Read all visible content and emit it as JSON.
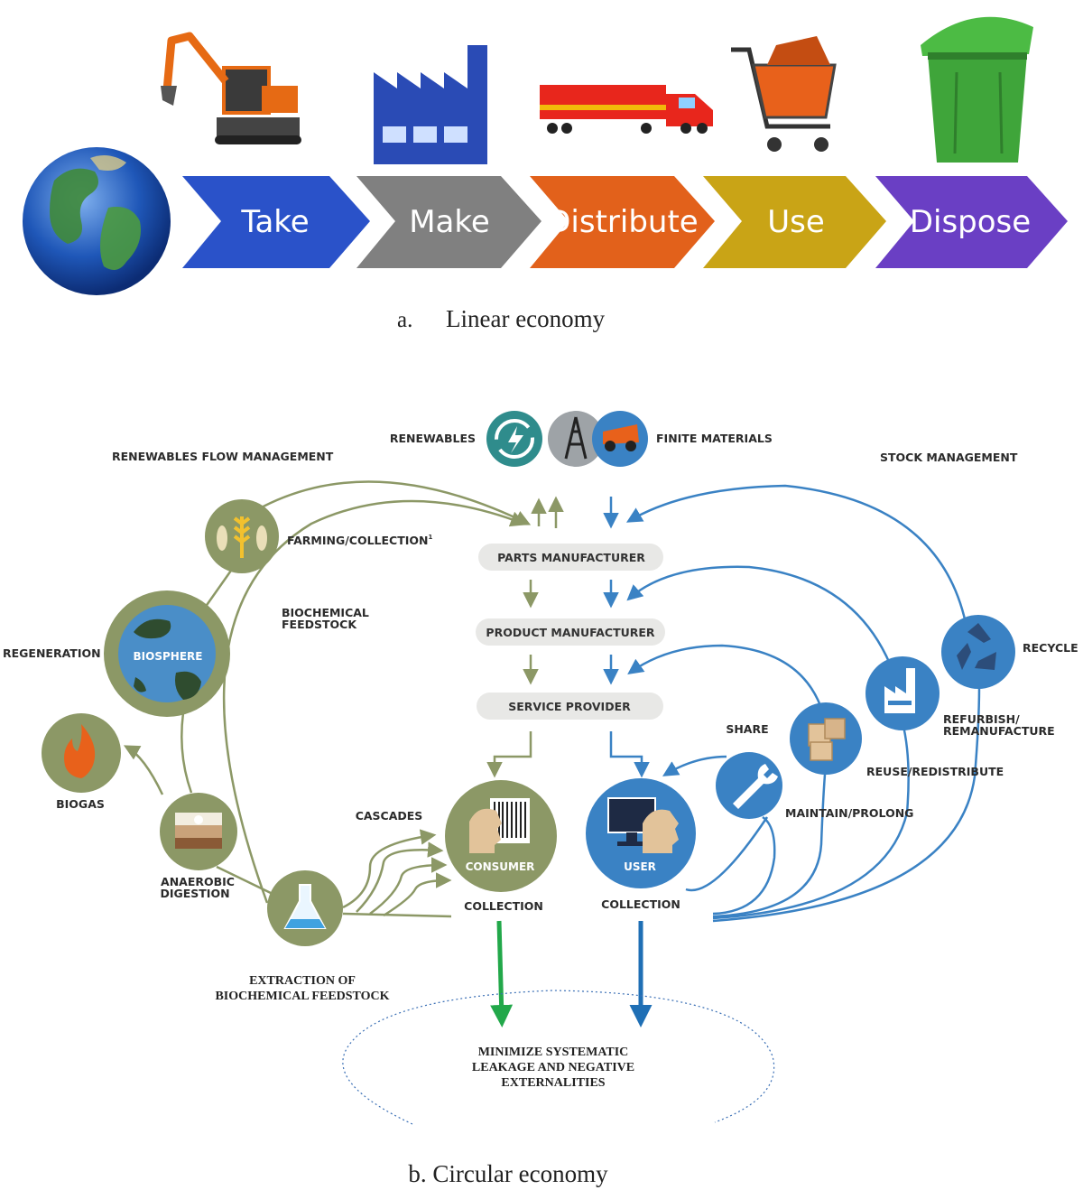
{
  "linear": {
    "steps": [
      "Take",
      "Make",
      "Distribute",
      "Use",
      "Dispose"
    ],
    "caption_letter": "a.",
    "caption": "Linear economy"
  },
  "circular": {
    "renewables": "RENEWABLES",
    "finite_materials": "FINITE MATERIALS",
    "renewables_flow": "RENEWABLES FLOW MANAGEMENT",
    "stock_management": "STOCK MANAGEMENT",
    "farming": "FARMING/COLLECTION",
    "farming_sup": "1",
    "biochemical_feedstock_1": "BIOCHEMICAL",
    "biochemical_feedstock_2": "FEEDSTOCK",
    "regeneration": "REGENERATION",
    "biosphere": "BIOSPHERE",
    "biogas": "BIOGAS",
    "anaerobic_1": "ANAEROBIC",
    "anaerobic_2": "DIGESTION",
    "extraction_1": "EXTRACTION OF",
    "extraction_2": "BIOCHEMICAL FEEDSTOCK",
    "cascades": "CASCADES",
    "parts_manufacturer": "PARTS MANUFACTURER",
    "product_manufacturer": "PRODUCT MANUFACTURER",
    "service_provider": "SERVICE PROVIDER",
    "consumer": "CONSUMER",
    "user": "USER",
    "collection_left": "COLLECTION",
    "collection_right": "COLLECTION",
    "share": "SHARE",
    "maintain": "MAINTAIN/PROLONG",
    "reuse": "REUSE/REDISTRIBUTE",
    "refurbish_1": "REFURBISH/",
    "refurbish_2": "REMANUFACTURE",
    "recycle": "RECYCLE",
    "leakage_1": "MINIMIZE SYSTEMATIC",
    "leakage_2": "LEAKAGE AND NEGATIVE",
    "leakage_3": "EXTERNALITIES",
    "caption": "b. Circular economy"
  },
  "colors": {
    "take": "#2a52c9",
    "make": "#808080",
    "distribute": "#e2611b",
    "use": "#c9a416",
    "dispose": "#6a3fc4",
    "bio_green": "#8c9866",
    "tech_blue": "#3a82c4",
    "leak_green": "#22a84a",
    "leak_blue": "#1f6fb5"
  },
  "icons": [
    "globe-icon",
    "excavator-icon",
    "factory-icon",
    "truck-icon",
    "shopping-cart-icon",
    "trash-bin-icon",
    "renewable-energy-icon",
    "oil-derrick-icon",
    "mining-truck-icon",
    "wheat-fish-icon",
    "biosphere-globe-icon",
    "flame-icon",
    "soil-layers-icon",
    "flask-icon",
    "consumer-face-icon",
    "barcode-icon",
    "computer-user-icon",
    "wrench-icon",
    "boxes-icon",
    "factory-small-icon",
    "recycle-icon"
  ]
}
